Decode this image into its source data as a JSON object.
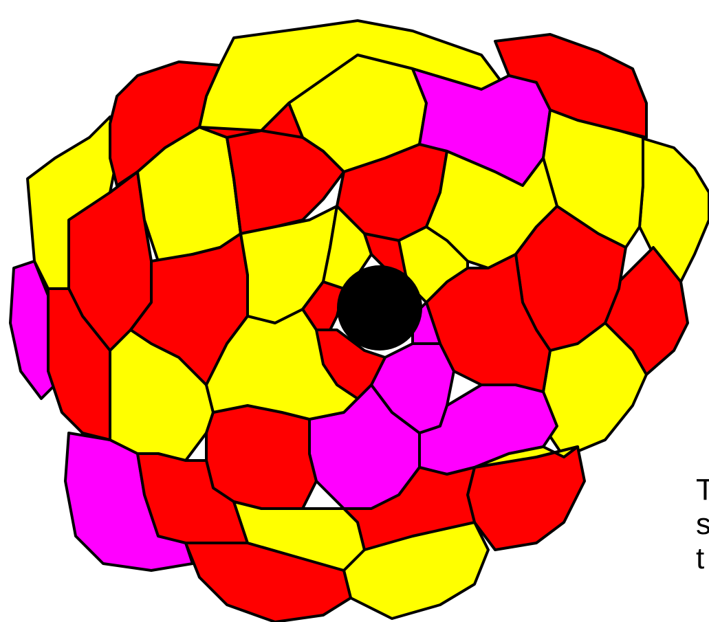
{
  "colors": {
    "yellow": "#ffff00",
    "red": "#ff0000",
    "magenta": "#ff00ff",
    "center": "#000000",
    "outline": "#000000"
  },
  "side_text": {
    "line1": "T",
    "line2": "s",
    "line3": "t"
  },
  "cells": [
    {
      "color": "yellow"
    },
    {
      "color": "red"
    },
    {
      "color": "yellow"
    },
    {
      "color": "red"
    },
    {
      "color": "yellow"
    },
    {
      "color": "red"
    },
    {
      "color": "yellow"
    },
    {
      "color": "red"
    },
    {
      "color": "magenta"
    },
    {
      "color": "red"
    },
    {
      "color": "magenta"
    },
    {
      "color": "yellow"
    },
    {
      "color": "red"
    },
    {
      "color": "yellow"
    },
    {
      "color": "magenta"
    },
    {
      "color": "yellow"
    },
    {
      "color": "red"
    },
    {
      "color": "yellow"
    },
    {
      "color": "red"
    },
    {
      "color": "yellow"
    },
    {
      "color": "red"
    },
    {
      "color": "yellow"
    },
    {
      "color": "red"
    },
    {
      "color": "yellow"
    },
    {
      "color": "red"
    },
    {
      "color": "yellow"
    },
    {
      "color": "red"
    },
    {
      "color": "magenta"
    },
    {
      "color": "magenta"
    },
    {
      "color": "magenta"
    },
    {
      "color": "red"
    },
    {
      "color": "red"
    },
    {
      "color": "yellow"
    },
    {
      "color": "red"
    },
    {
      "color": "yellow"
    },
    {
      "color": "red"
    },
    {
      "color": "yellow"
    },
    {
      "color": "red"
    },
    {
      "color": "yellow"
    },
    {
      "color": "red"
    },
    {
      "color": "yellow"
    },
    {
      "color": "red"
    },
    {
      "color": "magenta"
    },
    {
      "color": "yellow"
    },
    {
      "color": "red"
    },
    {
      "color": "yellow"
    },
    {
      "color": "red"
    },
    {
      "color": "yellow"
    },
    {
      "color": "red"
    }
  ]
}
